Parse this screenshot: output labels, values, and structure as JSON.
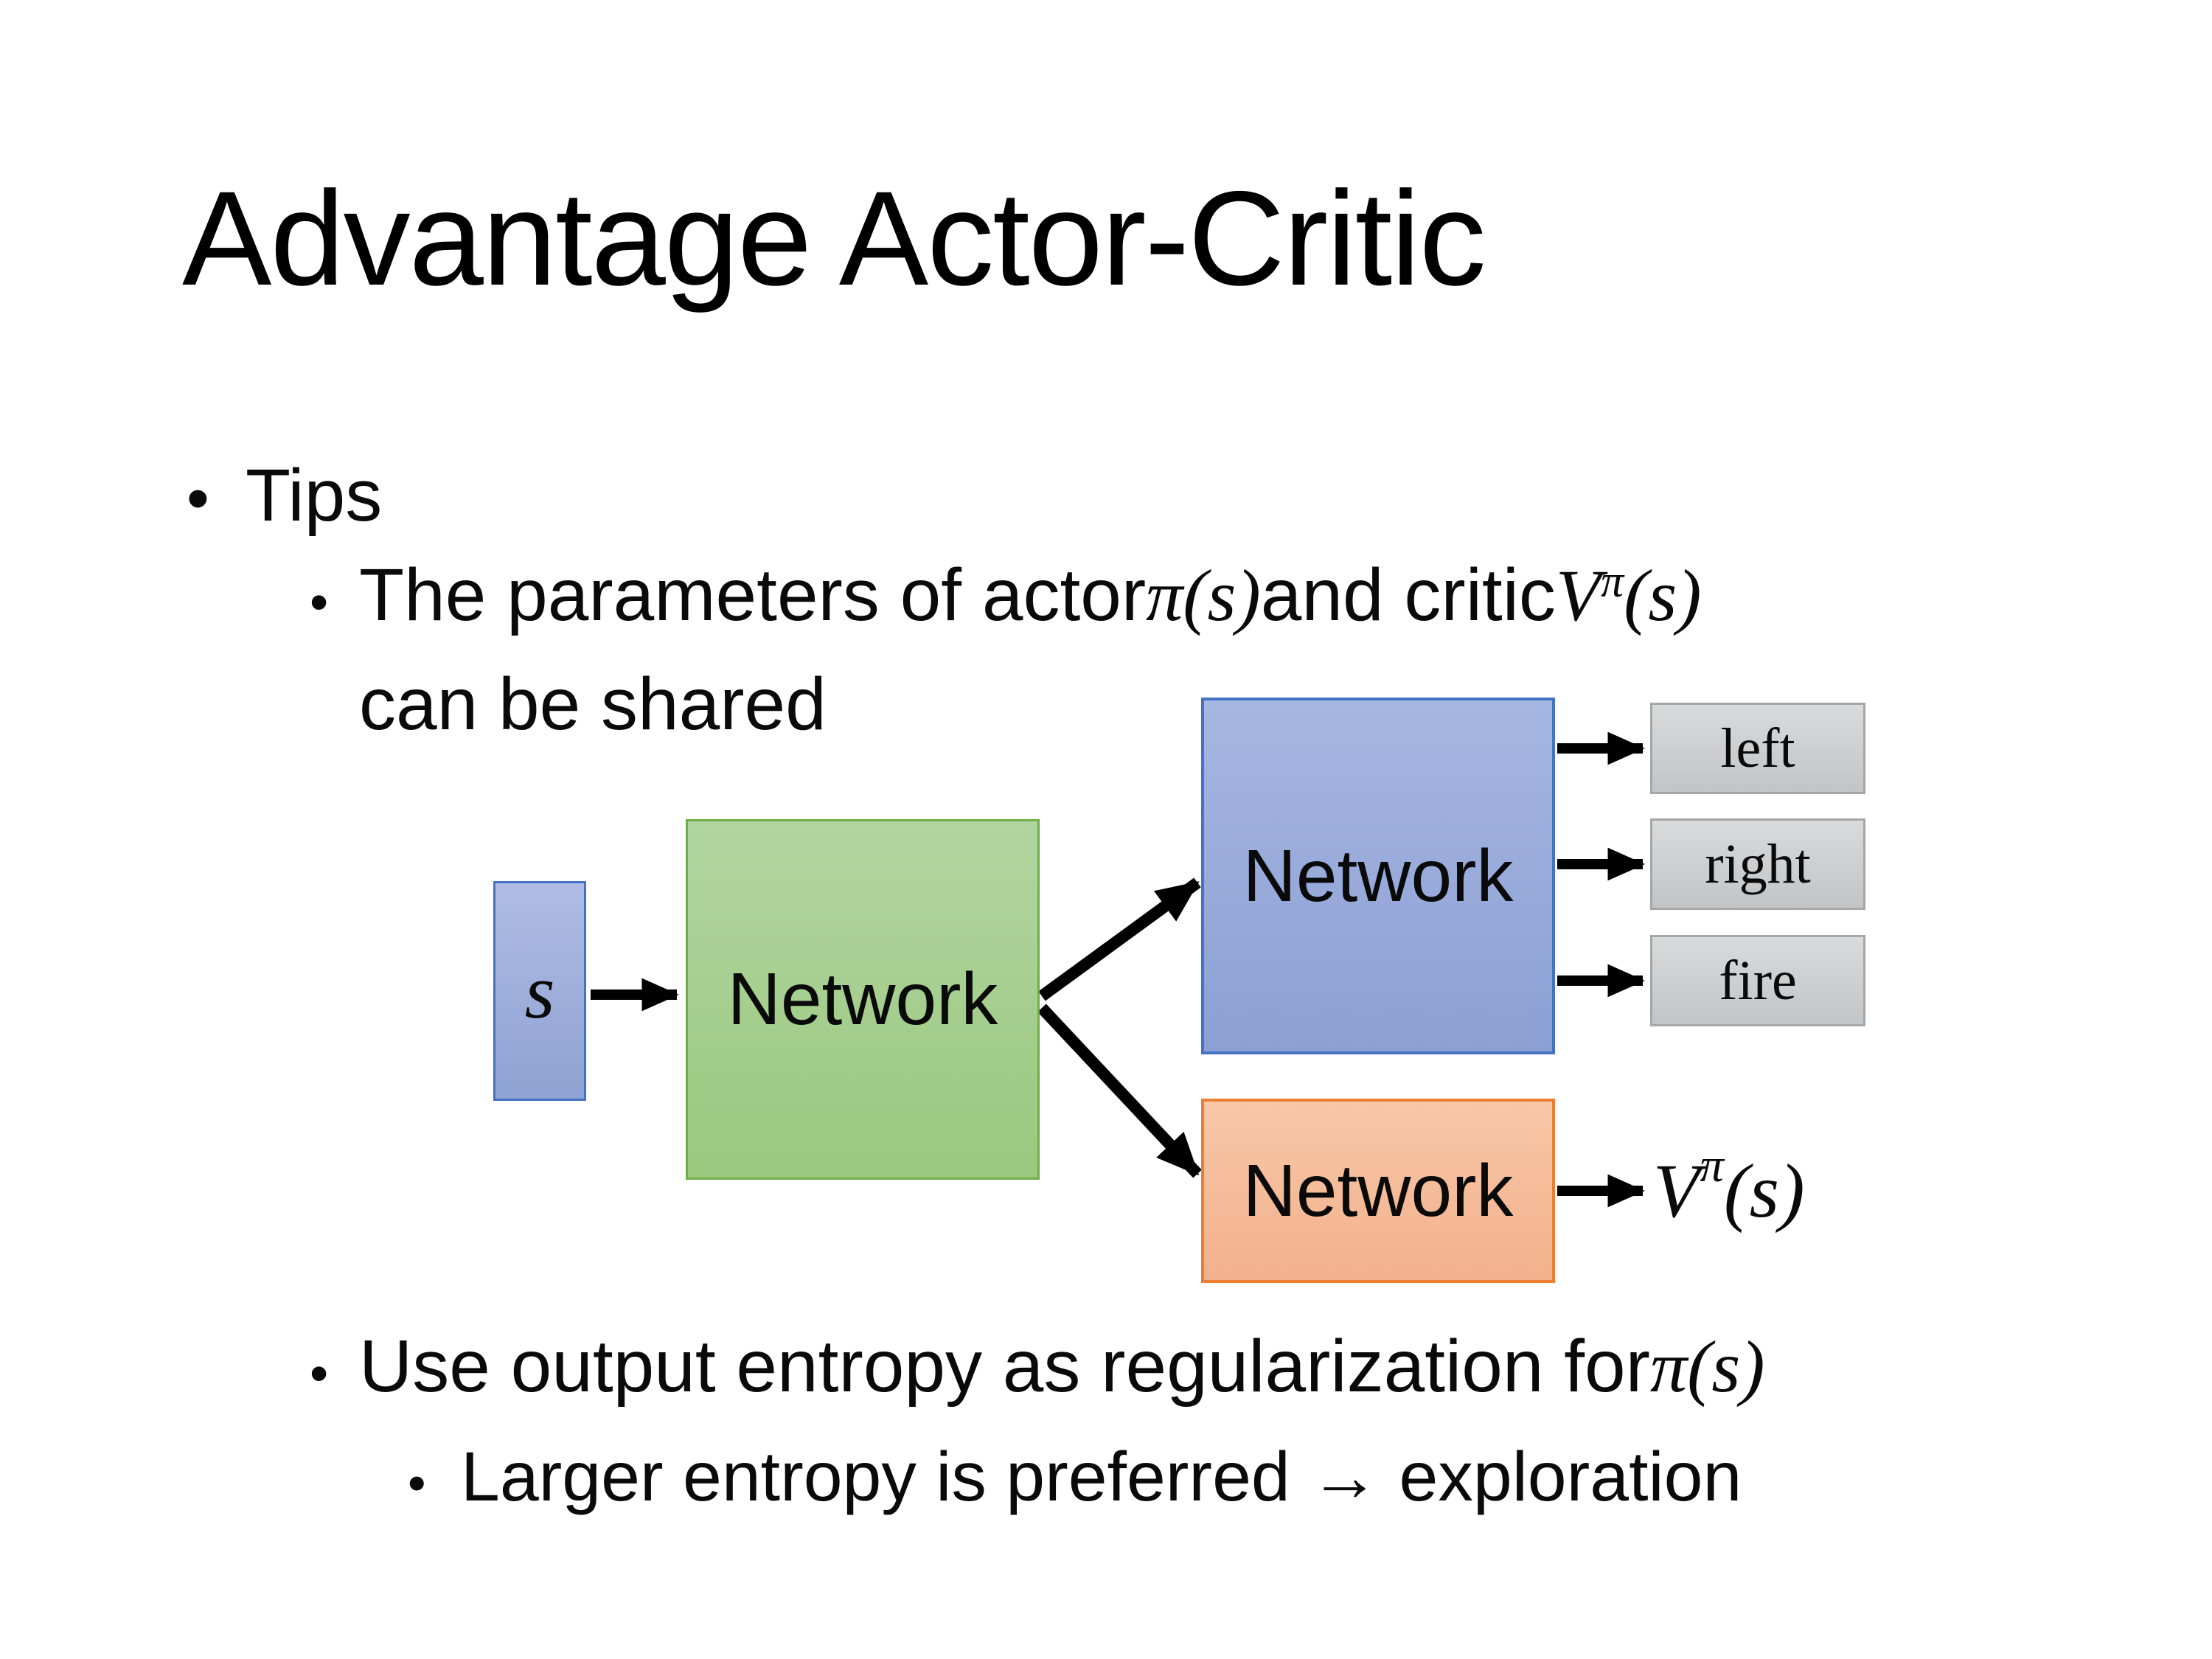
{
  "slide": {
    "title": "Advantage Actor-Critic"
  },
  "bullets": {
    "bullet_char": "•",
    "tips": "Tips",
    "param": {
      "pre": "The parameters of actor ",
      "actor_math": "π(s)",
      "mid": "  and critic ",
      "critic_base": "V",
      "critic_sup": "π",
      "critic_tail": "(s)",
      "line2": "can be shared"
    },
    "entropy": {
      "pre": "Use output entropy as regularization for ",
      "math": "π(s)"
    },
    "exploration": "Larger entropy is preferred → exploration"
  },
  "diagram": {
    "input_box": {
      "label": "s"
    },
    "shared_network": {
      "label": "Network"
    },
    "actor_network": {
      "label": "Network"
    },
    "critic_network": {
      "label": "Network"
    },
    "action_outputs": [
      "left",
      "right",
      "fire"
    ],
    "critic_output": {
      "base": "V",
      "sup": "π",
      "tail": "(s)"
    },
    "colors": {
      "input_fill": "#9fb1de",
      "input_border": "#4472c4",
      "shared_fill": "#a8cf97",
      "shared_border": "#70ad47",
      "actor_fill": "#9aaedc",
      "actor_border": "#4472c4",
      "critic_fill": "#f6bd9c",
      "critic_border": "#ed7d31",
      "action_fill": "#cdd0d2",
      "action_border": "#a6a6a6",
      "arrow": "#000000"
    }
  }
}
